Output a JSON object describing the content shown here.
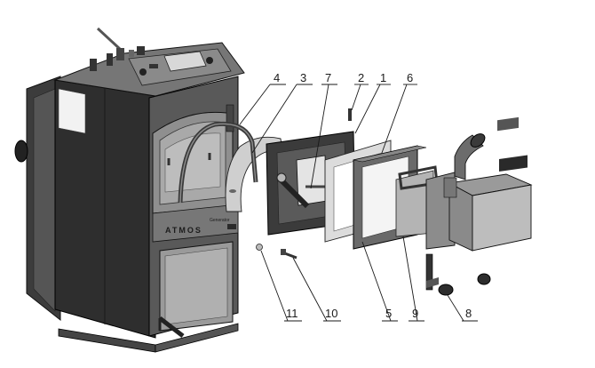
{
  "diagram": {
    "callouts": [
      {
        "id": "c4",
        "label": "4"
      },
      {
        "id": "c3",
        "label": "3"
      },
      {
        "id": "c7",
        "label": "7"
      },
      {
        "id": "c2",
        "label": "2"
      },
      {
        "id": "c1",
        "label": "1"
      },
      {
        "id": "c6",
        "label": "6"
      },
      {
        "id": "c11",
        "label": "11"
      },
      {
        "id": "c10",
        "label": "10"
      },
      {
        "id": "c5",
        "label": "5"
      },
      {
        "id": "c9",
        "label": "9"
      },
      {
        "id": "c8",
        "label": "8"
      }
    ],
    "nameplate": {
      "brand": "ATMOS",
      "model": "Generator"
    }
  }
}
